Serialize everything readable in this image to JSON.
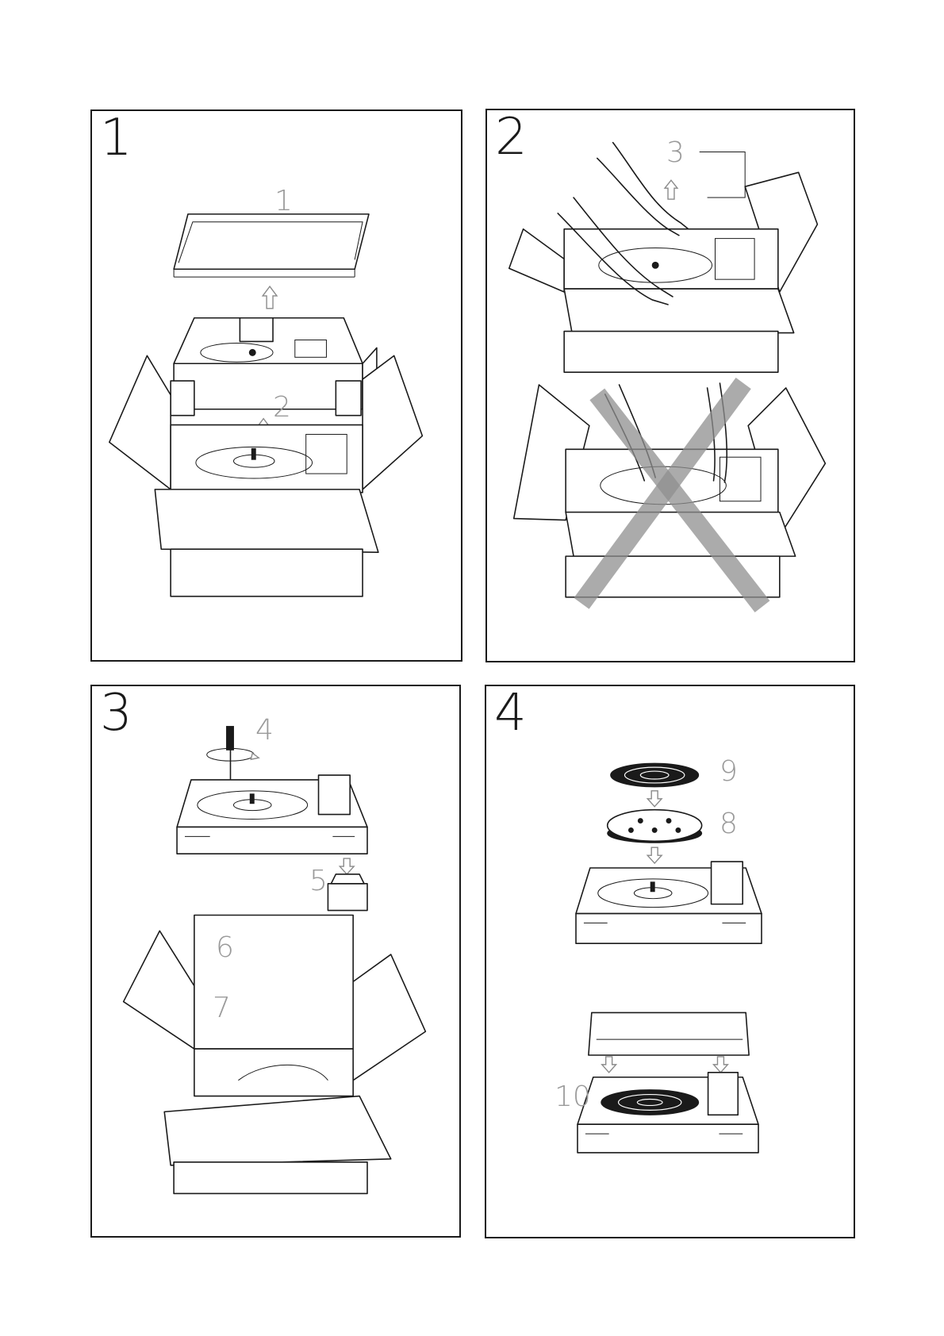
{
  "panels": [
    {
      "step": "1",
      "callouts": [
        "1",
        "2"
      ]
    },
    {
      "step": "2",
      "callouts": [
        "3"
      ]
    },
    {
      "step": "3",
      "callouts": [
        "4",
        "5",
        "6",
        "7"
      ]
    },
    {
      "step": "4",
      "callouts": [
        "9",
        "8",
        "10"
      ]
    }
  ],
  "colors": {
    "line": "#1a1a1a",
    "callout": "#9a9a9a",
    "cross": "#8f8f8f"
  }
}
